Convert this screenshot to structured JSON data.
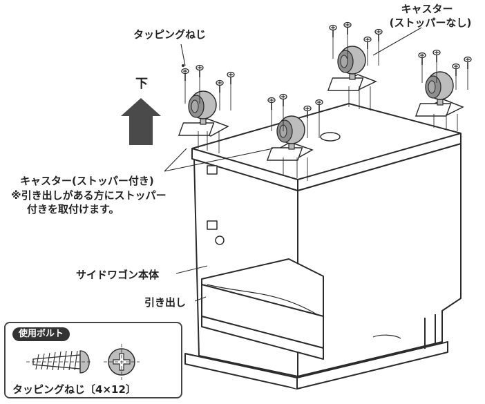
{
  "labels": {
    "screw": "タッピングねじ",
    "caster_no_stopper_line1": "キャスター",
    "caster_no_stopper_line2": "(ストッパーなし)",
    "down": "下",
    "caster_with_stopper": "キャスター(ストッパー付き)",
    "note_line1": "※引き出しがある方にストッパー",
    "note_line2": "付きを取付けます。",
    "body": "サイドワゴン本体",
    "drawer": "引き出し"
  },
  "legend": {
    "tag": "使用ボルト",
    "caption": "タッピングねじ〔4×12〕"
  },
  "colors": {
    "line": "#2a2a2a",
    "arrow": "#4a4a4a",
    "caster": "#9a9a9a",
    "shade": "#e6e6e6"
  }
}
